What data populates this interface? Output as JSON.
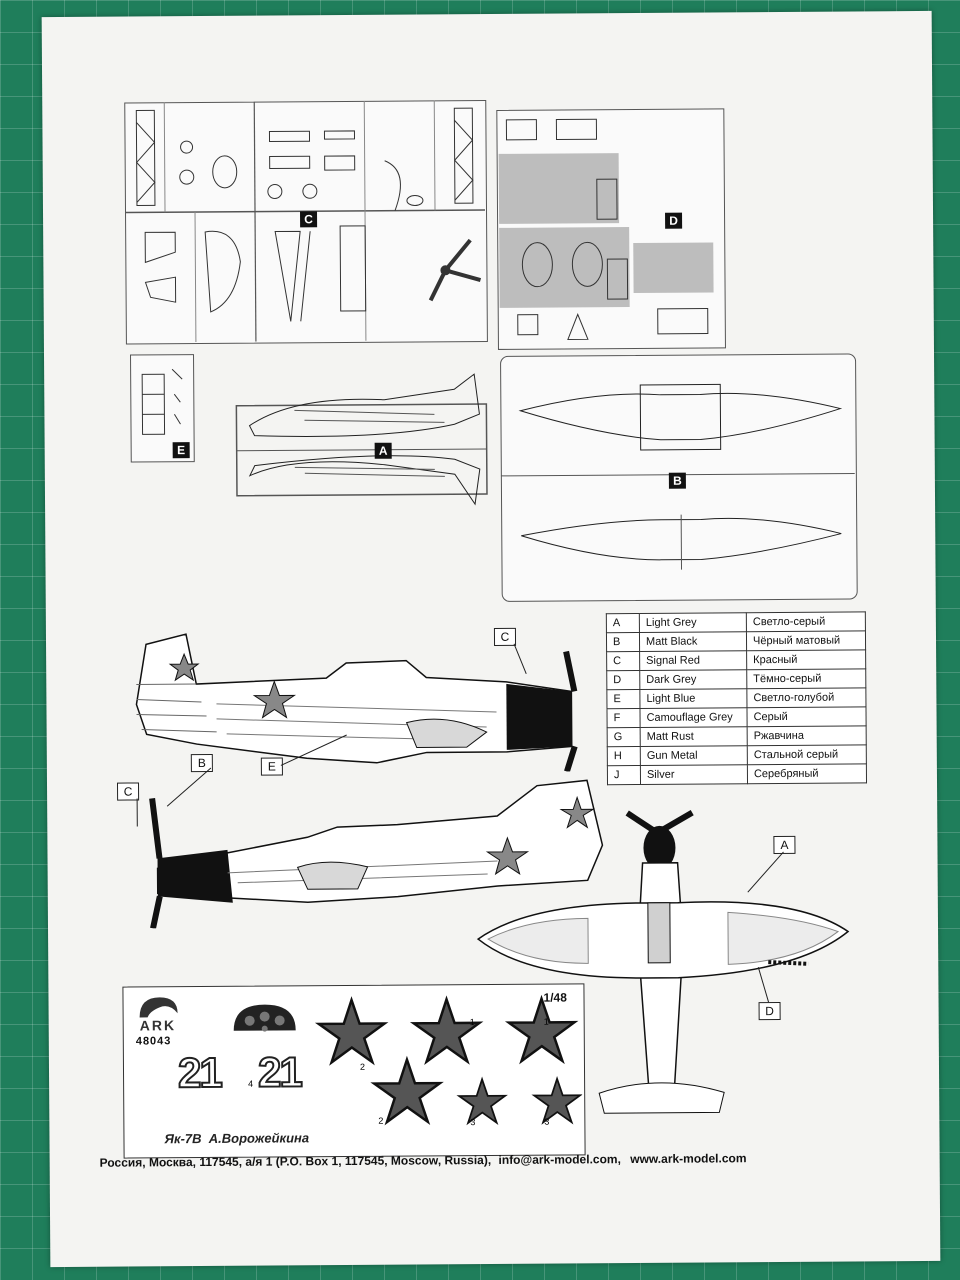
{
  "sprue_letters": [
    "C",
    "D",
    "E",
    "A",
    "B"
  ],
  "callouts": [
    "C",
    "B",
    "E",
    "C",
    "A",
    "D"
  ],
  "color_table": [
    {
      "code": "A",
      "en": "Light Grey",
      "ru": "Светло-серый"
    },
    {
      "code": "B",
      "en": "Matt Black",
      "ru": "Чёрный матовый"
    },
    {
      "code": "C",
      "en": "Signal Red",
      "ru": "Красный"
    },
    {
      "code": "D",
      "en": "Dark Grey",
      "ru": "Тёмно-серый"
    },
    {
      "code": "E",
      "en": "Light Blue",
      "ru": "Светло-голубой"
    },
    {
      "code": "F",
      "en": "Camouflage Grey",
      "ru": "Серый"
    },
    {
      "code": "G",
      "en": "Matt Rust",
      "ru": "Ржавчина"
    },
    {
      "code": "H",
      "en": "Gun Metal",
      "ru": "Стальной серый"
    },
    {
      "code": "J",
      "en": "Silver",
      "ru": "Серебряный"
    }
  ],
  "decal": {
    "brand": "ARK",
    "kit_number": "48043",
    "scale": "1/48",
    "number_left": "21",
    "number_right": "21",
    "decal_index_numbers": [
      "4",
      "1",
      "1",
      "2",
      "2",
      "3",
      "3"
    ],
    "caption": "Як-7В  А.Ворожейкина"
  },
  "footer": {
    "address": "Россия, Москва, 117545, а/я 1 (P.O. Box 1, 117545, Moscow, Russia),",
    "email": "info@ark-model.com,",
    "website": "www.ark-model.com"
  },
  "colors": {
    "mat_green": "#1f7e5b",
    "paper": "#f4f4f2",
    "ink": "#111111",
    "star_grey": "#8a8a8a"
  }
}
